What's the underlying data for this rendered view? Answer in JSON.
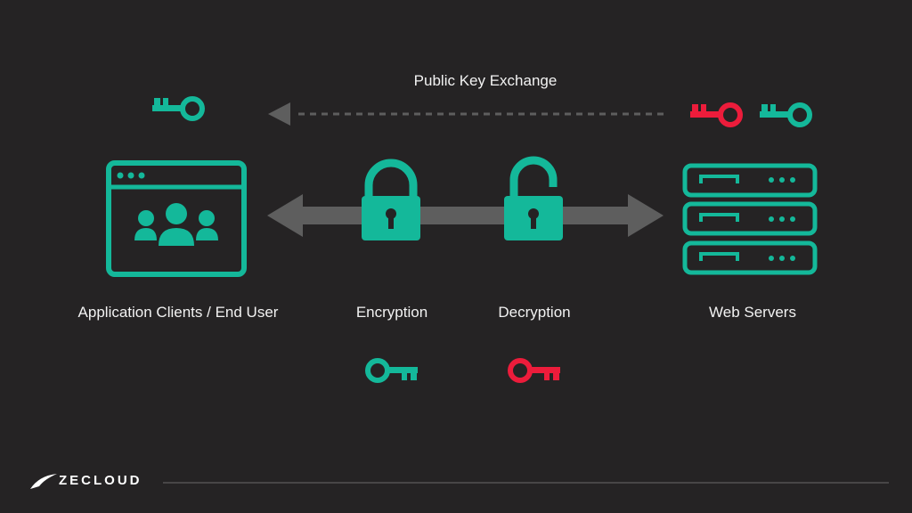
{
  "labels": {
    "public_key_exchange": "Public Key Exchange",
    "clients": "Application Clients / End User",
    "encryption": "Encryption",
    "decryption": "Decryption",
    "web_servers": "Web Servers"
  },
  "brand": {
    "name": "ZECLOUD"
  },
  "colors": {
    "background": "#252324",
    "public_key": "#14b89a",
    "private_key": "#ec1c3b",
    "arrow": "#5e5e5e",
    "text": "#f2f2f2"
  },
  "icons": [
    "browser-users-icon",
    "server-stack-icon",
    "locked-padlock-icon",
    "unlocked-padlock-icon",
    "public-key-icon",
    "private-key-icon",
    "brand-logo-icon"
  ]
}
